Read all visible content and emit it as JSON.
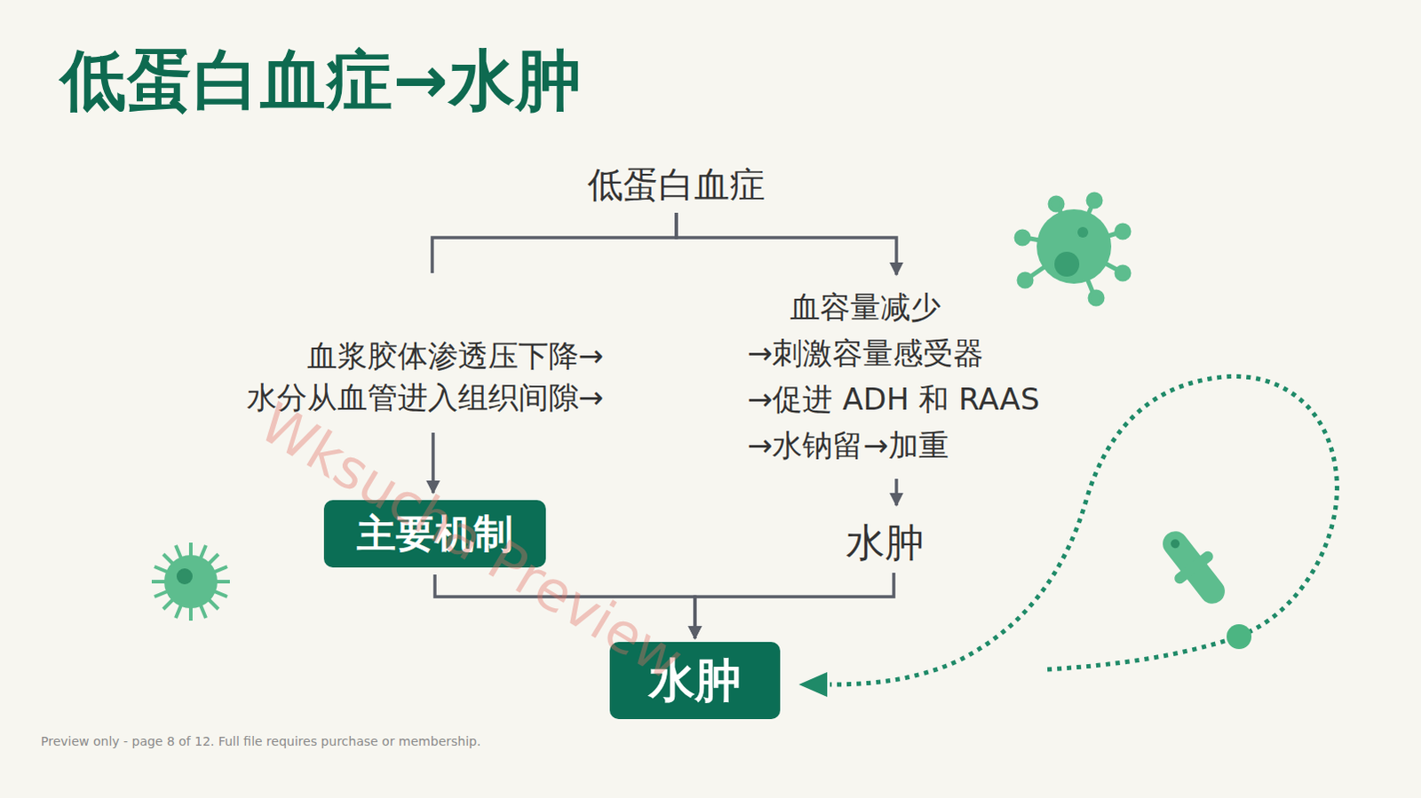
{
  "diagram": {
    "title": "低蛋白血症→水肿",
    "nodes": [
      {
        "text": [
          "低蛋白血症"
        ]
      },
      {
        "text": [
          "血浆胶体渗透压下降→",
          "水分从血管进入组织间隙→"
        ]
      },
      {
        "text": [
          "血容量减少",
          "→刺激容量感受器",
          "→促进 ADH 和 RAAS",
          "→水钠留→加重"
        ]
      },
      {
        "text": [
          "主要机制"
        ]
      },
      {
        "text": [
          "水肿"
        ]
      },
      {
        "text": [
          "水肿"
        ]
      }
    ],
    "edges": [
      {
        "from": 0,
        "to": 1,
        "arrow": "none"
      },
      {
        "from": 0,
        "to": 2,
        "arrow": "to"
      },
      {
        "from": 1,
        "to": 3,
        "arrow": "to"
      },
      {
        "from": 2,
        "to": 4,
        "arrow": "to"
      },
      {
        "from": 3,
        "to": 5,
        "arrow": "to"
      },
      {
        "from": 4,
        "to": 5,
        "arrow": "to"
      }
    ],
    "labels": [
      "Wksucha Preview",
      "Preview only - page 8 of 12. Full file requires purchase or membership."
    ]
  }
}
